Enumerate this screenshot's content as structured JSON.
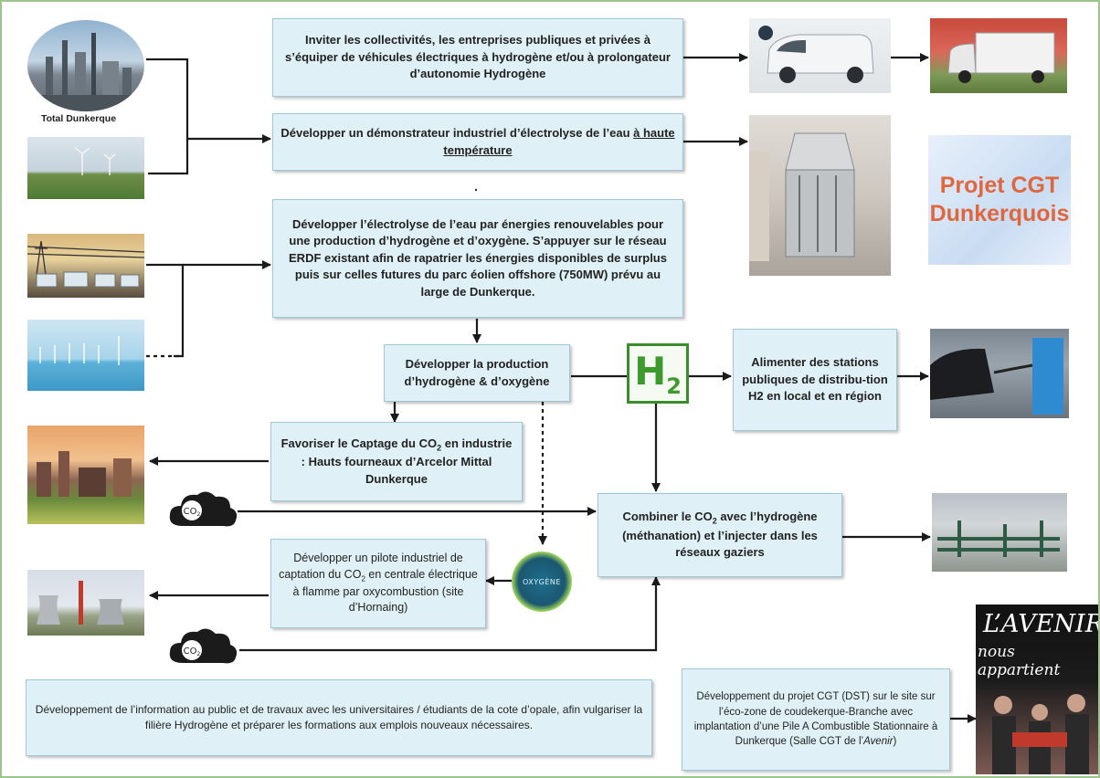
{
  "boxes": {
    "vehicles": "Inviter les collectivités, les entreprises publiques et privées à s’équiper de véhicules électriques à hydrogène et/ou à prolongateur d’autonomie Hydrogène",
    "demonstrator_pre": "Développer un démonstrateur industriel d’électrolyse de l’eau ",
    "demonstrator_underline": "à haute température",
    "electrolysis": "Développer l’électrolyse de l’eau par énergies renouvelables pour une production d’hydrogène et d’oxygène. S’appuyer sur le réseau ERDF existant afin de rapatrier les énergies disponibles de surplus puis sur celles futures du parc éolien offshore (750MW) prévu au large de Dunkerque.",
    "production": "Développer la production d’hydrogène & d’oxygène",
    "stations": "Alimenter des stations publiques de distribu-tion H2 en local et en région",
    "capture_pre": "Favoriser le Captage du CO",
    "capture_sub": "2",
    "capture_post": " en industrie : Hauts fourneaux d’Arcelor Mittal Dunkerque",
    "combine_pre": "Combiner le CO",
    "combine_sub": "2",
    "combine_post": " avec l’hydrogène (méthanation) et l’injecter dans les réseaux gaziers",
    "pilot_pre": "Développer un pilote industriel de captation du CO",
    "pilot_sub": "2",
    "pilot_post": " en centrale électrique à flamme par oxycombustion (site d’Hornaing)",
    "information": "Développement de l’information au public et de travaux avec les universitaires / étudiants de la cote d’opale, afin vulgariser la filière Hydrogène et préparer les formations aux emplois nouveaux nécessaires.",
    "project_pre": "Développement du projet CGT (DST) sur le site sur l’éco-zone de coudekerque-Branche avec implantation d’une Pile A Combustible Stationnaire à Dunkerque (Salle CGT de l’",
    "project_italic": "Avenir",
    "project_post": ")"
  },
  "labels": {
    "total_dunkerque": "Total Dunkerque",
    "h2_main": "H",
    "h2_sub": "2",
    "co2_main": "CO",
    "co2_sub": "2",
    "oxygene": "OXYGÈNE",
    "project_title_line1": "Projet CGT",
    "project_title_line2": "Dunkerquois",
    "avenir_line1": "L’AVENIR",
    "avenir_line2": "nous appartient",
    "dot": "."
  },
  "colors": {
    "box_fill": "#dff1f6",
    "box_border": "#9fc7d6",
    "arrow": "#1a1a1a",
    "frame": "#9cc58a",
    "h2_green": "#3f9a2e",
    "title_orange": "#e0663e"
  }
}
